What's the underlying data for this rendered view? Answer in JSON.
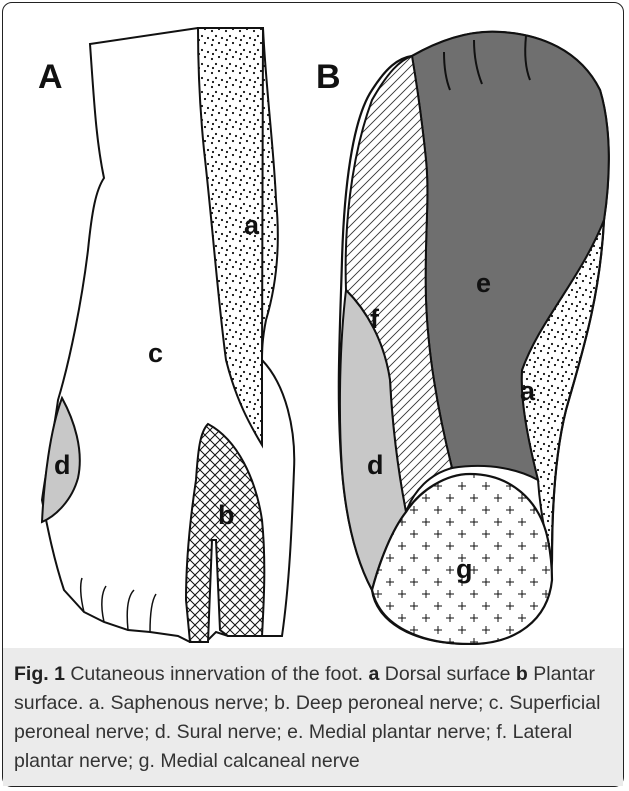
{
  "panels": {
    "a": "A",
    "b": "B"
  },
  "panel_a_labels": {
    "a": "a",
    "b": "b",
    "c": "c",
    "d": "d"
  },
  "panel_b_labels": {
    "a": "a",
    "d": "d",
    "e": "e",
    "f": "f",
    "g": "g"
  },
  "caption": {
    "fig_label": "Fig. 1",
    "text": " Cutaneous innervation of the foot. ",
    "a_label": "a",
    "a_text": " Dorsal surface ",
    "b_label": "b",
    "b_text": " Plantar surface. a. Saphenous nerve; b. Deep peroneal nerve; c. Superficial peroneal nerve; d. Sural nerve; e. Medial plantar nerve; f. Lateral plantar nerve; g. Medial calcaneal nerve"
  },
  "colors": {
    "outline": "#111111",
    "medial_plantar_fill": "#6f6f6f",
    "sural_fill": "#c8c8c8",
    "caption_background": "#ebebeb"
  }
}
